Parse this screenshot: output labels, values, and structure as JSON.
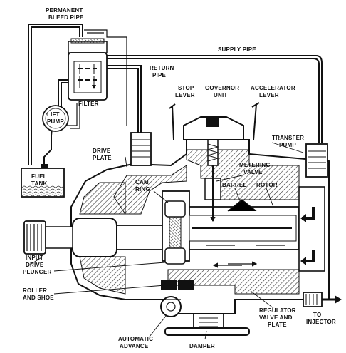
{
  "labels": {
    "permanent_bleed_pipe_1": "PERMANENT",
    "permanent_bleed_pipe_2": "BLEED PIPE",
    "supply_pipe": "SUPPLY PIPE",
    "return_pipe_1": "RETURN",
    "return_pipe_2": "PIPE",
    "filter": "FILTER",
    "stop_lever_1": "STOP",
    "stop_lever_2": "LEVER",
    "governor_unit_1": "GOVERNOR",
    "governor_unit_2": "UNIT",
    "accelerator_lever_1": "ACCELERATOR",
    "accelerator_lever_2": "LEVER",
    "lift_pump_1": "LIFT",
    "lift_pump_2": "PUMP",
    "transfer_pump_1": "TRANSFER",
    "transfer_pump_2": "PUMP",
    "drive_plate_1": "DRIVE",
    "drive_plate_2": "PLATE",
    "metering_valve_1": "METERING",
    "metering_valve_2": "VALVE",
    "fuel_tank_1": "FUEL",
    "fuel_tank_2": "TANK",
    "cam_ring_1": "CAM",
    "cam_ring_2": "RING",
    "barrel": "BARREL",
    "rotor": "ROTOR",
    "input_drive_1": "INPUT",
    "input_drive_2": "DRIVE",
    "plunger": "PLUNGER",
    "roller_and_shoe_1": "ROLLER",
    "roller_and_shoe_2": "AND SHOE",
    "regulator_1": "REGULATOR",
    "regulator_2": "VALVE AND",
    "regulator_3": "PLATE",
    "to_injector_1": "TO",
    "to_injector_2": "INJECTOR",
    "automatic_advance_1": "AUTOMATIC",
    "automatic_advance_2": "ADVANCE",
    "damper": "DAMPER"
  },
  "colors": {
    "line": "#111111",
    "hatch": "#333333",
    "dark": "#1a1a1a",
    "background": "#ffffff"
  }
}
